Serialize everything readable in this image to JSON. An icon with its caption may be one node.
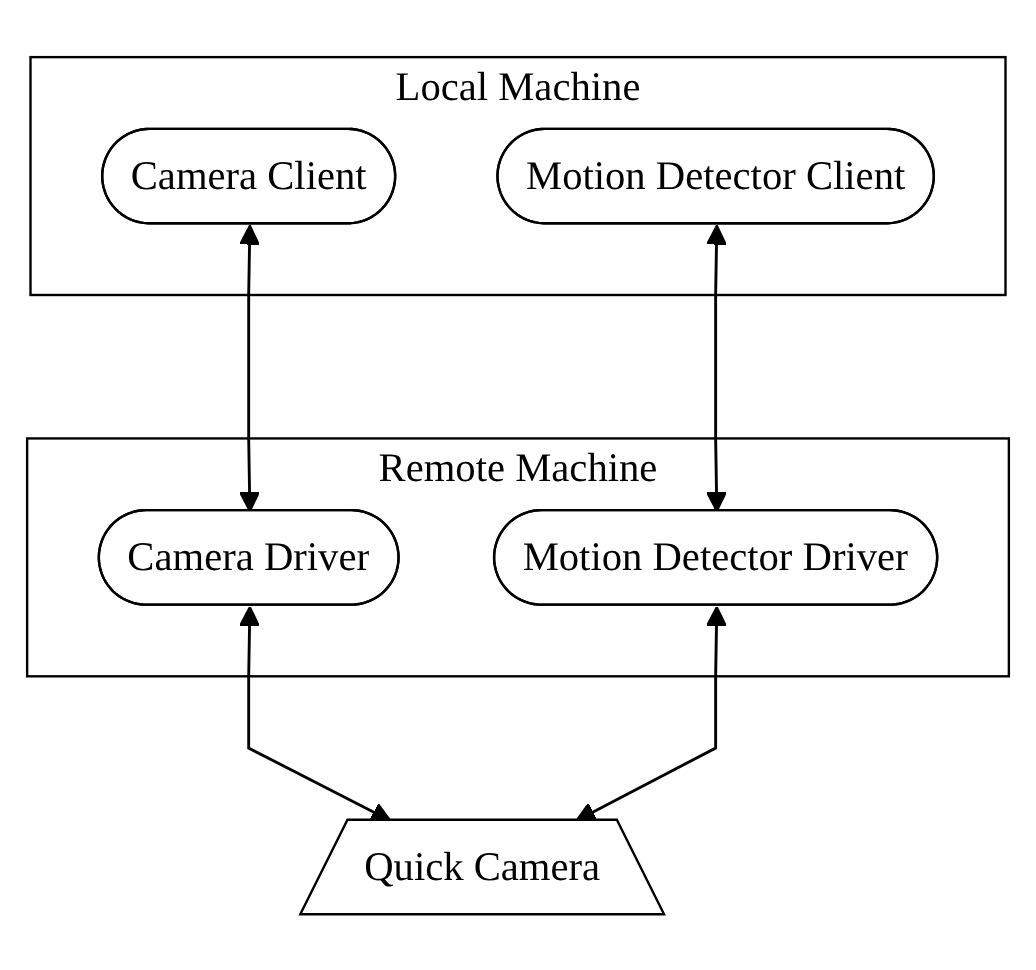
{
  "diagram": {
    "nodes": [
      {
        "text": [
          "Local Machine"
        ]
      },
      {
        "text": [
          "Camera Client"
        ],
        "in": 0
      },
      {
        "text": [
          "Motion Detector Client"
        ],
        "in": 0
      },
      {
        "text": [
          "Remote Machine"
        ]
      },
      {
        "text": [
          "Camera Driver"
        ],
        "in": 3
      },
      {
        "text": [
          "Motion Detector Driver"
        ],
        "in": 3
      },
      {
        "text": [
          "Quick Camera"
        ]
      }
    ],
    "edges": [
      {
        "from": 1,
        "to": 4,
        "arrow": "both"
      },
      {
        "from": 2,
        "to": 5,
        "arrow": "both"
      },
      {
        "from": 4,
        "to": 6,
        "arrow": "both"
      },
      {
        "from": 5,
        "to": 6,
        "arrow": "both"
      }
    ]
  }
}
